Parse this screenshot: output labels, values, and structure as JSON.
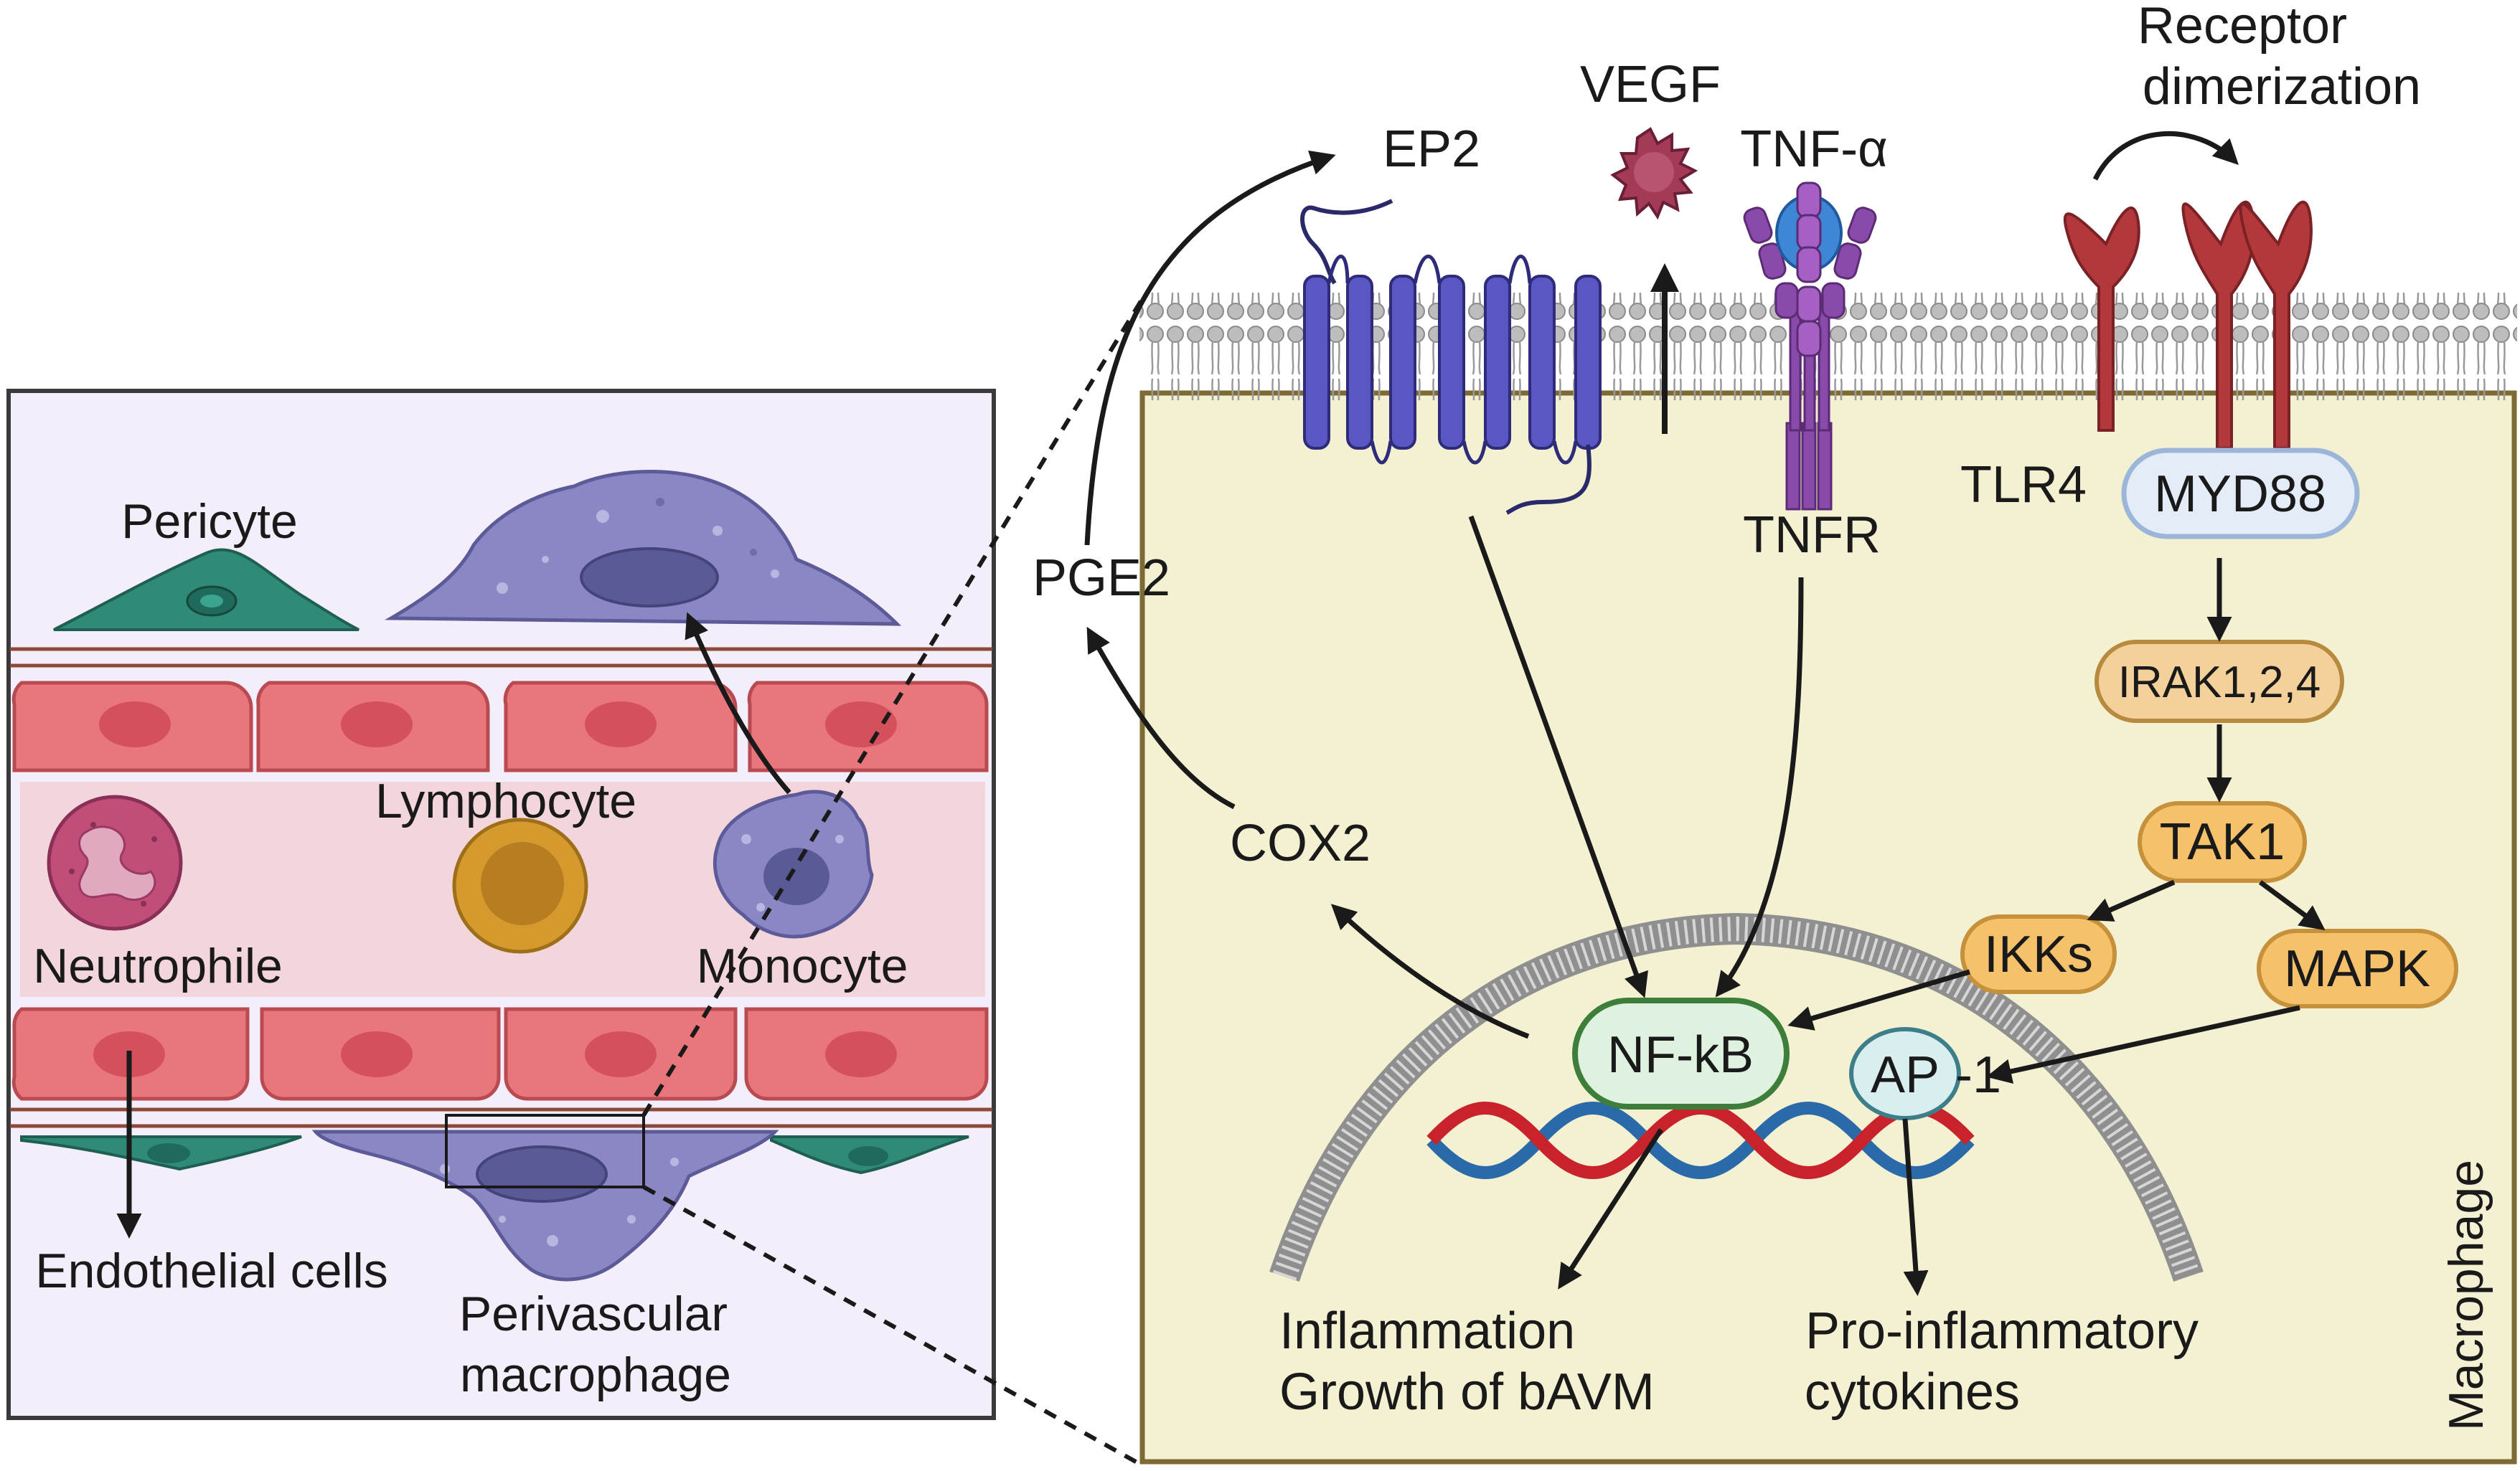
{
  "vessel_panel": {
    "pericyte": "Pericyte",
    "lymphocyte": "Lymphocyte",
    "neutrophile": "Neutrophile",
    "monocyte": "Monocyte",
    "endothelial_cells": "Endothelial cells",
    "perivascular_line1": "Perivascular",
    "perivascular_line2": "macrophage"
  },
  "membrane_labels": {
    "ep2": "EP2",
    "vegf": "VEGF",
    "tnf_alpha": "TNF-α",
    "receptor_dimerization_line1": "Receptor",
    "receptor_dimerization_line2": "dimerization",
    "tnfr": "TNFR",
    "tlr4": "TLR4"
  },
  "pathway": {
    "pge2": "PGE2",
    "cox2": "COX2",
    "myd88": "MYD88",
    "irak": "IRAK1,2,4",
    "tak1": "TAK1",
    "ikks": "IKKs",
    "mapk": "MAPK",
    "nfkb": "NF-kB",
    "ap1_part1": "AP",
    "ap1_part2": "-1"
  },
  "outcomes": {
    "inflammation_line1": "Inflammation",
    "inflammation_line2": "Growth of bAVM",
    "cytokines_line1": "Pro-inflammatory",
    "cytokines_line2": "cytokines"
  },
  "cell_label": "Macrophage",
  "colors": {
    "vessel_panel_bg": "#f4eefb",
    "lumen": "#f3d6db",
    "endothelial": "#e9767a",
    "endothelial_nucleus": "#d4505a",
    "vessel_wall": "#8b4a38",
    "macrophage_cell": "#8a87c4",
    "macrophage_nucleus": "#5a5a96",
    "pericyte": "#2f8a78",
    "lymphocyte": "#d49a2e",
    "neutrophile": "#c04e78",
    "cytoplasm": "#f4f1d2",
    "cell_border": "#7d6a35",
    "ep2": "#5a56c2",
    "tnfr": "#8a4aaa",
    "tnf_alpha": "#3f86d6",
    "tlr4": "#b3383c",
    "vegf": "#a33b57",
    "myd88": "#e4ecf8",
    "kinase_fill": "#f5c16a",
    "irak_fill": "#f4d09a",
    "nfkb_fill": "#dff2df",
    "nfkb_border": "#3e7e3b",
    "ap1_fill": "#d9eeee",
    "dna_red": "#c8232a",
    "dna_blue": "#2a6aa8"
  }
}
